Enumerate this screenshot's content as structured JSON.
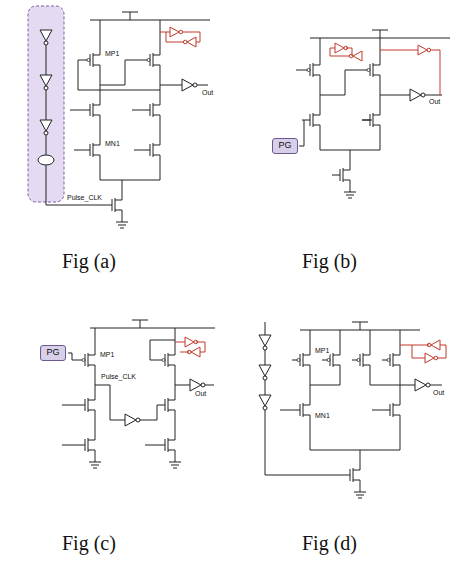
{
  "diagram": {
    "nodes": [
      {
        "text": [
          "PG"
        ]
      },
      {
        "text": [
          "PG"
        ]
      }
    ],
    "labels": [
      "Fig (a)",
      "Fig (b)",
      "Fig (c)",
      "Fig (d)",
      "MP1",
      "MN1",
      "Pulse_CLK",
      "Out",
      "Out",
      "MP1",
      "Pulse_CLK",
      "Out",
      "MP1",
      "MN1",
      "Out"
    ]
  }
}
